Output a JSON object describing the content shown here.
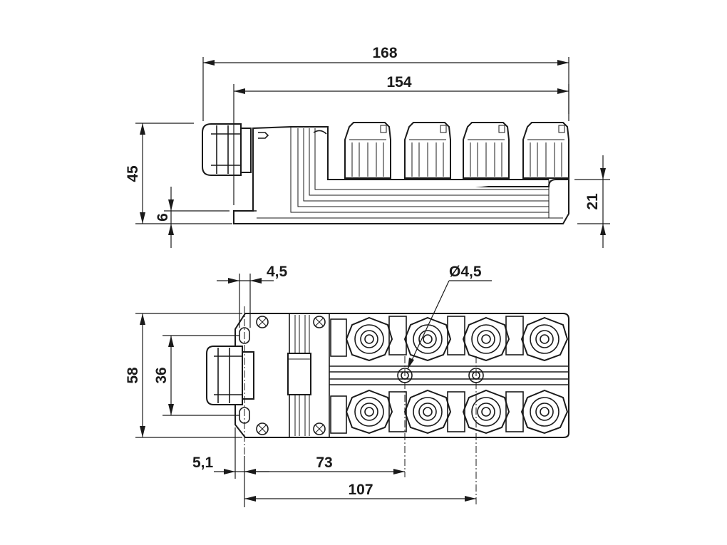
{
  "colors": {
    "line": "#1a1a1a",
    "background": "#ffffff"
  },
  "dimensions": {
    "overall_length": "168",
    "body_length": "154",
    "height": "45",
    "base_height": "6",
    "body_height": "21",
    "flange_thickness": "4,5",
    "hole_diameter": "Ø4,5",
    "width": "58",
    "mount_spacing": "36",
    "edge_offset": "5,1",
    "hole_pitch_1": "73",
    "hole_pitch_2": "107"
  }
}
